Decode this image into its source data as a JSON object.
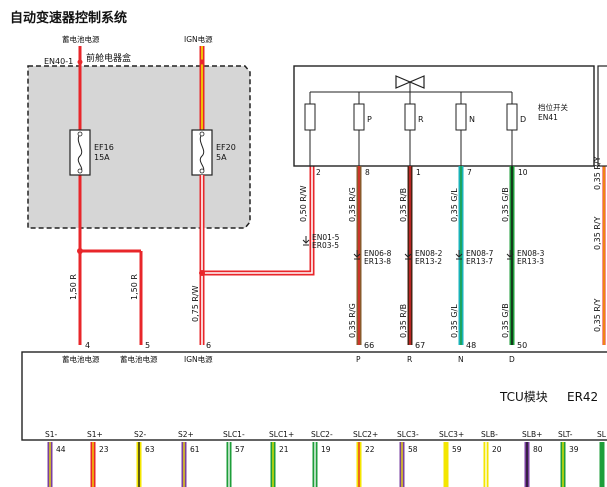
{
  "title": "自动变速器控制系统",
  "sources": {
    "battery_label": "蓄电池电源",
    "ign_label": "IGN电源"
  },
  "fusebox": {
    "connector": "EN40-1",
    "label": "前舱电器盒",
    "fuse1": {
      "name": "EF16",
      "rating": "15A"
    },
    "fuse2": {
      "name": "EF20",
      "rating": "5A"
    }
  },
  "switch": {
    "label": "档位开关",
    "connector": "EN41",
    "positions": [
      "P",
      "R",
      "N",
      "D"
    ],
    "pins": [
      "2",
      "8",
      "1",
      "7",
      "10"
    ]
  },
  "wires": {
    "w_bat": "1,50 R",
    "w_bat2": "1,50 R",
    "w_ign": "0,75 R/W",
    "w_sw_ign": "0,50 R/W",
    "w_p_top": "0,35 R/G",
    "w_r_top": "0,35 R/B",
    "w_n_top": "0,35 G/L",
    "w_d_top": "0,35 G/B",
    "w_p_bot": "0,35 R/G",
    "w_r_bot": "0,35 R/B",
    "w_n_bot": "0,35 G/L",
    "w_d_bot": "0,35 G/B",
    "w_right1": "0,35 R/Y",
    "w_right2": "0,35 R/Y",
    "w_right3": "0,35 R/Y"
  },
  "connectors": {
    "c_ign": [
      "EN01-5",
      "ER03-5"
    ],
    "c_p": [
      "EN06-8",
      "ER13-8"
    ],
    "c_r": [
      "EN08-2",
      "ER13-2"
    ],
    "c_n": [
      "EN08-7",
      "ER13-7"
    ],
    "c_d": [
      "EN08-3",
      "ER13-3"
    ]
  },
  "tcu": {
    "label": "TCU模块",
    "connector": "ER42",
    "top_pins": [
      "4",
      "5",
      "6",
      "66",
      "67",
      "48",
      "50"
    ],
    "top_labels": [
      "蓄电池电源",
      "蓄电池电源",
      "IGN电源",
      "P",
      "R",
      "N",
      "D"
    ],
    "bottom_labels": [
      "S1-",
      "S1+",
      "S2-",
      "S2+",
      "SLC1-",
      "SLC1+",
      "SLC2-",
      "SLC2+",
      "SLC3-",
      "SLC3+",
      "SLB-",
      "SLB+",
      "SLT-",
      "SL"
    ],
    "bottom_pins": [
      "44",
      "23",
      "63",
      "61",
      "57",
      "21",
      "19",
      "22",
      "58",
      "59",
      "20",
      "80",
      "39",
      ""
    ]
  },
  "colors": {
    "red": "#e8262a",
    "yellow": "#f3e600",
    "brown": "#8a5a2b",
    "dark_brown": "#4a2414",
    "teal": "#19b3b8",
    "green": "#1e9e3a",
    "purple": "#7a3fa0",
    "grey_box": "#d6d6d6"
  }
}
